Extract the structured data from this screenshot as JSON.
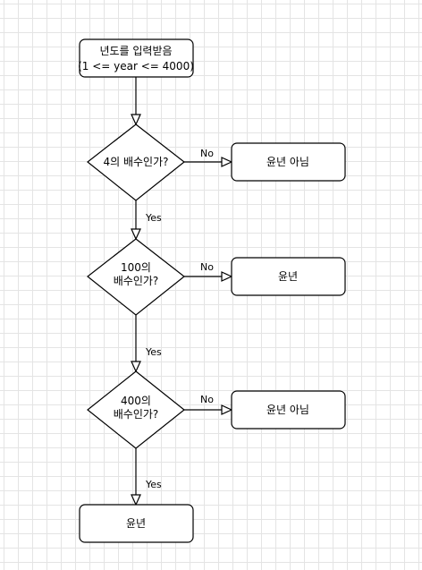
{
  "flowchart": {
    "start": {
      "lines": [
        "년도를 입력받음",
        "(1 <= year <= 4000)"
      ]
    },
    "decisions": [
      {
        "lines": [
          "4의 배수인가?"
        ]
      },
      {
        "lines": [
          "100의",
          "배수인가?"
        ]
      },
      {
        "lines": [
          "400의",
          "배수인가?"
        ]
      }
    ],
    "results": [
      {
        "text": "윤년 아님"
      },
      {
        "text": "윤년"
      },
      {
        "text": "윤년 아님"
      },
      {
        "text": "윤년"
      }
    ],
    "edge_labels": {
      "no": [
        "No",
        "No",
        "No"
      ],
      "yes": [
        "Yes",
        "Yes",
        "Yes"
      ]
    }
  }
}
